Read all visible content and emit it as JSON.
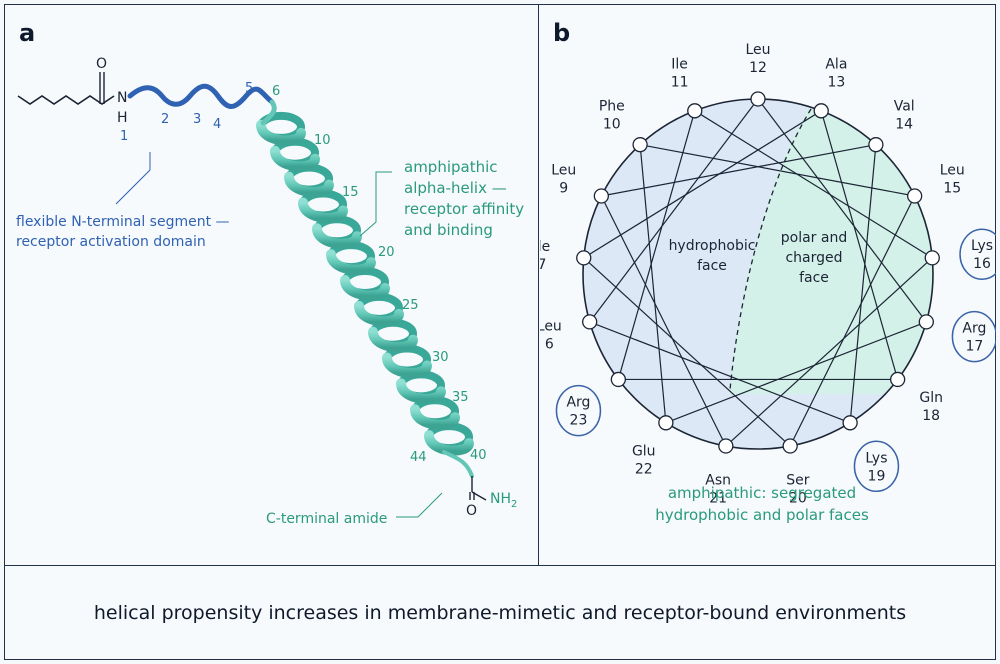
{
  "panel_a": {
    "letter": "a",
    "n_term_label": "H",
    "n_term_atom": "N",
    "o_atom": "O",
    "residue_numbers_n_segment": [
      "1",
      "2",
      "3",
      "4",
      "5",
      "6"
    ],
    "helix_numbers": [
      "10",
      "15",
      "20",
      "25",
      "30",
      "35",
      "40",
      "44"
    ],
    "annotation_flexible": [
      "flexible N-terminal segment —",
      "receptor activation domain"
    ],
    "annotation_helix": [
      "amphipathic",
      "alpha-helix —",
      "receptor affinity",
      "and binding"
    ],
    "c_term_label": "C-terminal amide",
    "c_term_o": "O",
    "c_term_nh2": "NH",
    "c_term_nh2_sub": "2",
    "colors": {
      "n_segment": "#2f62b3",
      "helix": "#6fd0c0",
      "helix_dark": "#3aa899",
      "teal_text": "#2a9a7c",
      "blue_text": "#2f62b3"
    }
  },
  "panel_b": {
    "letter": "b",
    "residues": [
      {
        "name": "Leu",
        "num": "12"
      },
      {
        "name": "Ala",
        "num": "13"
      },
      {
        "name": "Val",
        "num": "14"
      },
      {
        "name": "Leu",
        "num": "15"
      },
      {
        "name": "Lys",
        "num": "16",
        "circled": true
      },
      {
        "name": "Arg",
        "num": "17",
        "circled": true
      },
      {
        "name": "Gln",
        "num": "18"
      },
      {
        "name": "Lys",
        "num": "19",
        "circled": true
      },
      {
        "name": "Ser",
        "num": "20"
      },
      {
        "name": "Asn",
        "num": "21"
      },
      {
        "name": "Glu",
        "num": "22"
      },
      {
        "name": "Arg",
        "num": "23",
        "circled": true
      },
      {
        "name": "Leu",
        "num": "6"
      },
      {
        "name": "Ile",
        "num": "7"
      },
      {
        "name": "Leu",
        "num": "9"
      },
      {
        "name": "Phe",
        "num": "10"
      },
      {
        "name": "Ile",
        "num": "11"
      }
    ],
    "hydrophobic_face": [
      "hydrophobic",
      "face"
    ],
    "polar_face": [
      "polar and",
      "charged",
      "face"
    ],
    "caption": [
      "amphipathic: segregated",
      "hydrophobic and polar faces"
    ],
    "colors": {
      "hydrophobic_fill": "#dce8f6",
      "polar_fill": "#d3f1e8",
      "circle_stroke": "#3a64a8",
      "teal_text": "#2a9a7c"
    }
  },
  "caption": {
    "text": "helical propensity increases in membrane-mimetic and receptor-bound environments"
  }
}
